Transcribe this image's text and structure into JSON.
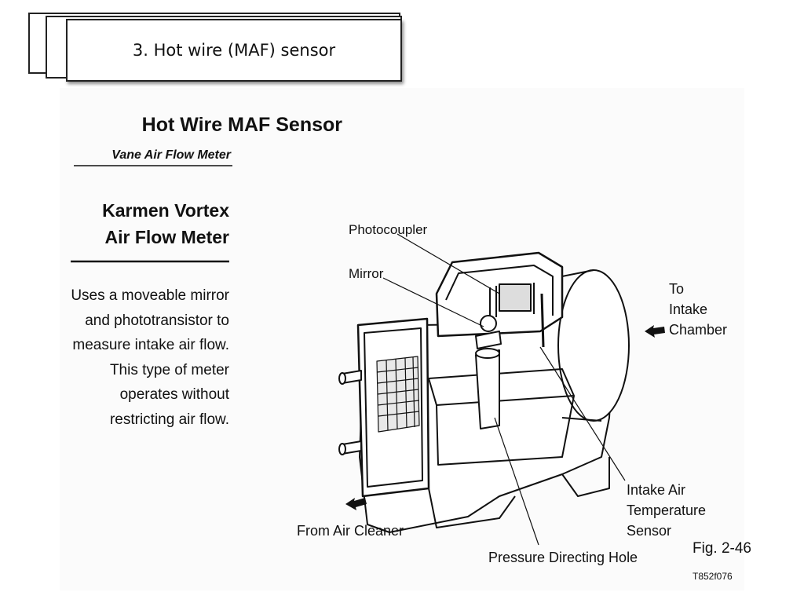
{
  "slide": {
    "title": "3. Hot wire (MAF) sensor"
  },
  "figure": {
    "heading": "Hot Wire MAF Sensor",
    "subheading": "Vane Air Flow Meter",
    "section_title_line1": "Karmen Vortex",
    "section_title_line2": "Air Flow Meter",
    "description_lines": [
      "Uses a moveable mirror",
      "and phototransistor to",
      "measure intake air flow.",
      "This type of meter",
      "operates without",
      "restricting air flow."
    ],
    "labels": {
      "photocoupler": "Photocoupler",
      "mirror": "Mirror",
      "to_intake_1": "To",
      "to_intake_2": "Intake",
      "to_intake_3": "Chamber",
      "intake_air_temp_1": "Intake Air",
      "intake_air_temp_2": "Temperature",
      "intake_air_temp_3": "Sensor",
      "from_air_cleaner": "From Air Cleaner",
      "pressure_directing_hole": "Pressure Directing Hole"
    },
    "fig_number": "Fig. 2-46",
    "fig_code": "T852f076"
  },
  "colors": {
    "ink": "#111111",
    "background": "#ffffff",
    "panel": "#fbfbfb"
  }
}
